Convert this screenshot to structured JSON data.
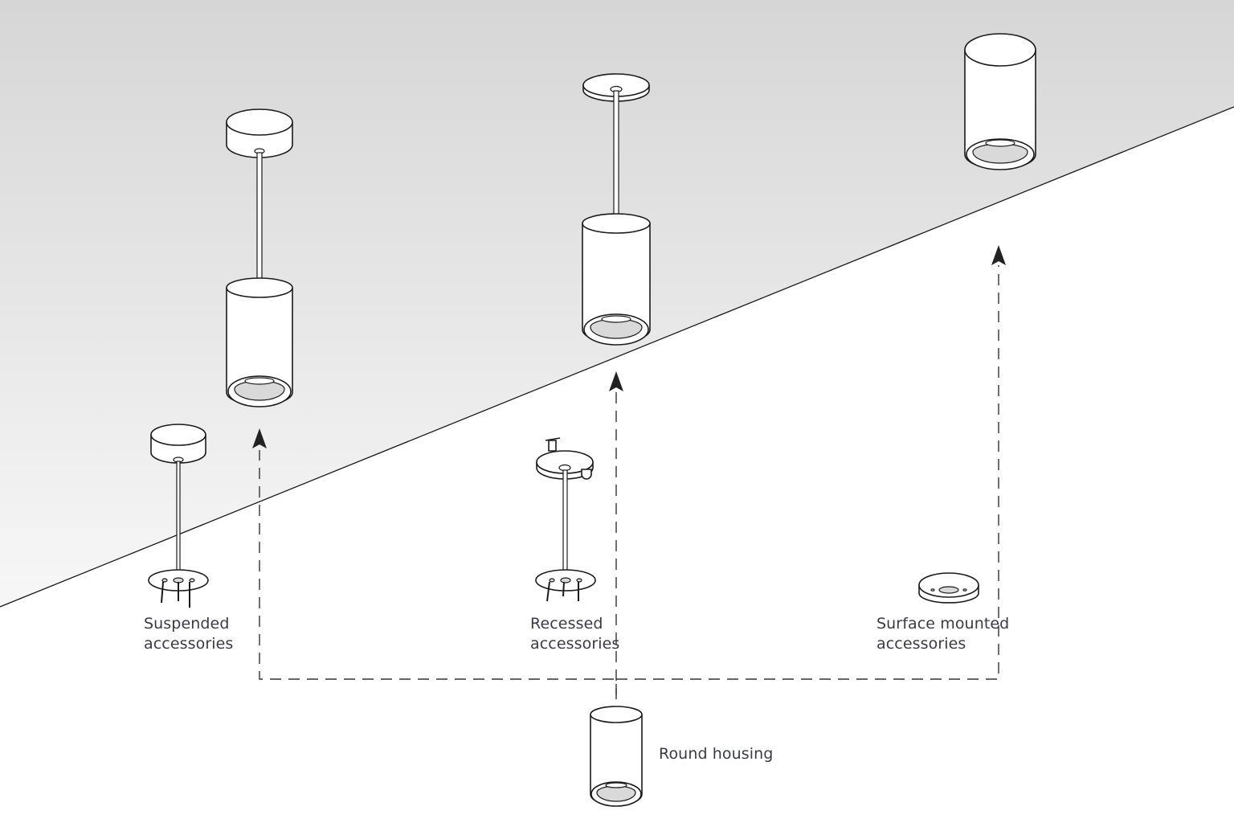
{
  "colors": {
    "ceiling_top": "#d6d6d6",
    "ceiling_bottom": "#f7f7f7",
    "background": "#ffffff",
    "line": "#1a1a1a",
    "text": "#3a3a46",
    "arrow": "#222222"
  },
  "labels": {
    "suspended": {
      "line1": "Suspended",
      "line2": "accessories"
    },
    "recessed": {
      "line1": "Recessed",
      "line2": "accessories"
    },
    "surface": {
      "line1": "Surface mounted",
      "line2": "accessories"
    },
    "housing": "Round housing"
  },
  "icons": {
    "suspended_fixture": "pendant-light-icon",
    "recessed_fixture": "recessed-pendant-light-icon",
    "surface_fixture": "surface-mounted-light-icon",
    "housing": "cylinder-housing-icon"
  }
}
